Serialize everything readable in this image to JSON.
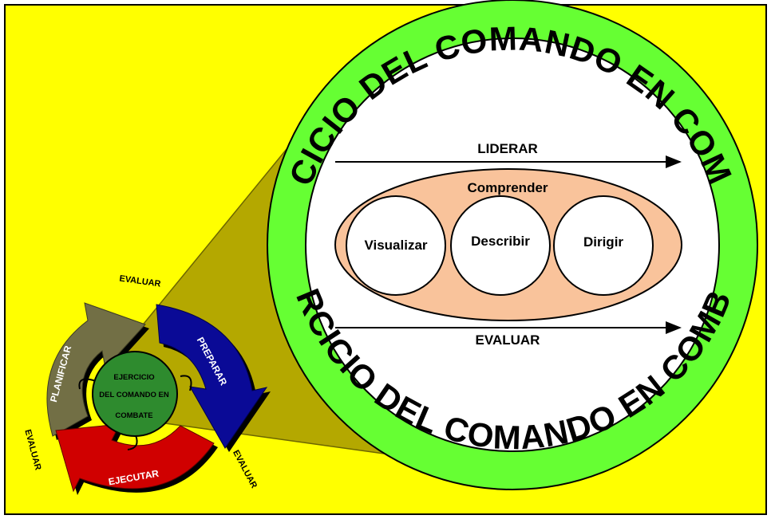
{
  "colors": {
    "background": "#ffff00",
    "frame": "#000000",
    "ring": "#66ff33",
    "inner_circle": "#ffffff",
    "oval": "#f9c39b",
    "cone": "#b4a800",
    "planificar": "#726f45",
    "preparar": "#0a0a96",
    "ejecutar": "#d00000",
    "center": "#2e8b2e"
  },
  "ring": {
    "top_text": "EJERCICIO DEL COMANDO EN COMBATE",
    "bottom_text": "EJERCICIO DEL COMANDO EN COMBATE"
  },
  "inner": {
    "liderar": "LIDERAR",
    "evaluar": "EVALUAR",
    "comprender": "Comprender",
    "circles": [
      "Visualizar",
      "Describir",
      "Dirigir"
    ]
  },
  "cycle": {
    "planificar": "PLANIFICAR",
    "preparar": "PREPARAR",
    "ejecutar": "EJECUTAR",
    "evaluar_top": "EVALUAR",
    "evaluar_left": "EVALUAR",
    "evaluar_right": "EVALUAR",
    "center_lines": [
      "EJERCICIO",
      "DEL COMANDO EN",
      "COMBATE"
    ]
  }
}
